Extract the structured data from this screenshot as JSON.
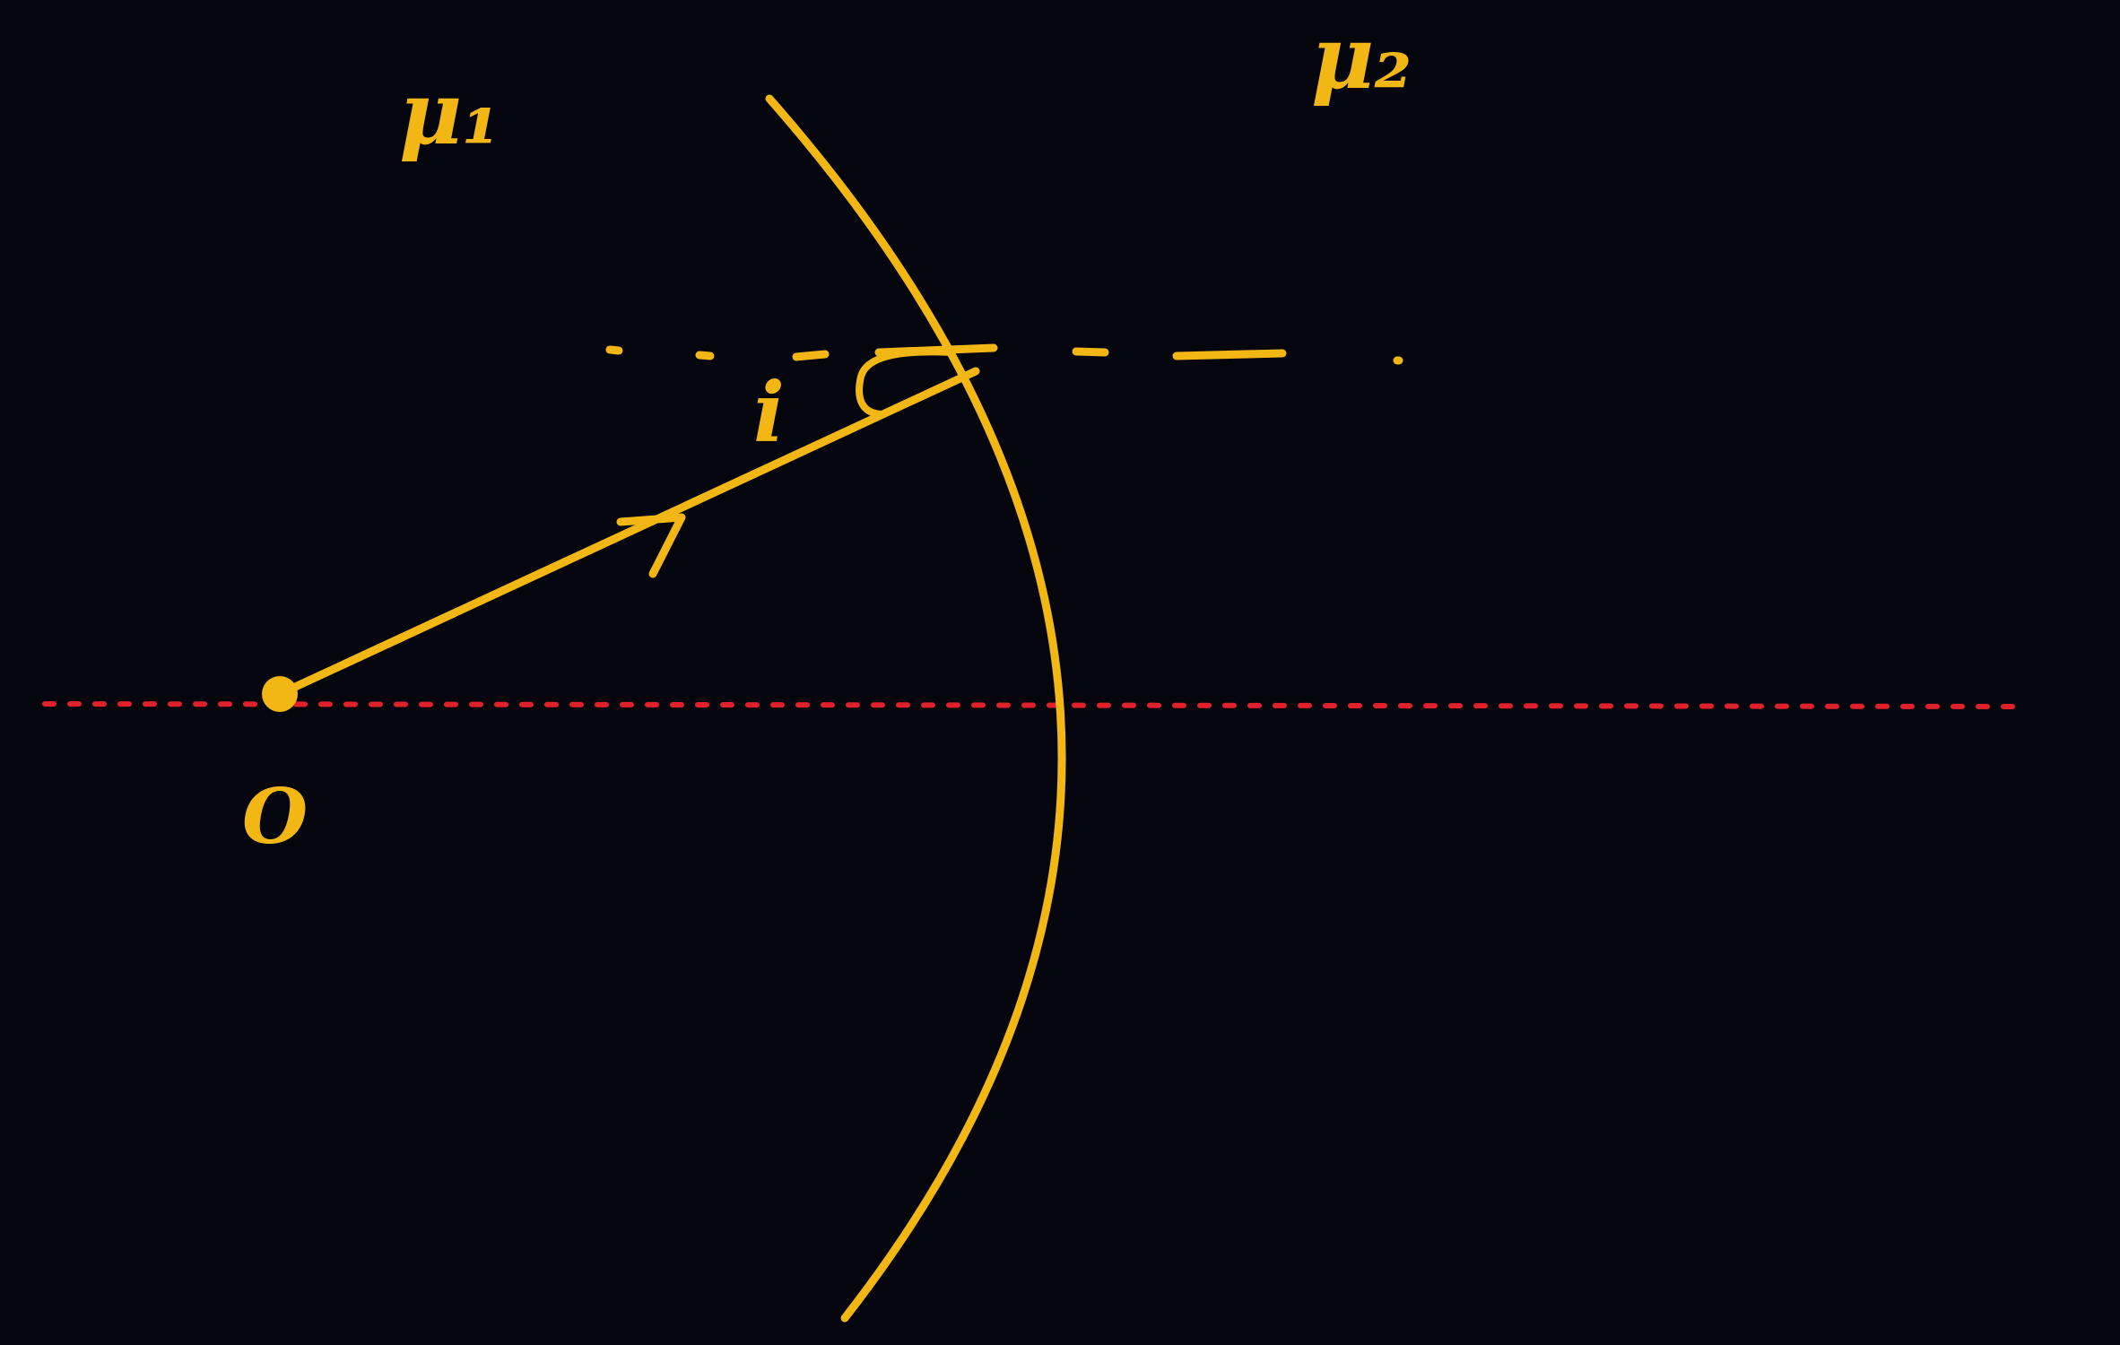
{
  "diagram": {
    "background_color": "#05050d",
    "ink_color": "#f2b714",
    "axis_color": "#e0202a",
    "labels": {
      "medium_1": "μ₁",
      "medium_2": "μ₂",
      "angle": "i",
      "object_point": "O"
    }
  }
}
